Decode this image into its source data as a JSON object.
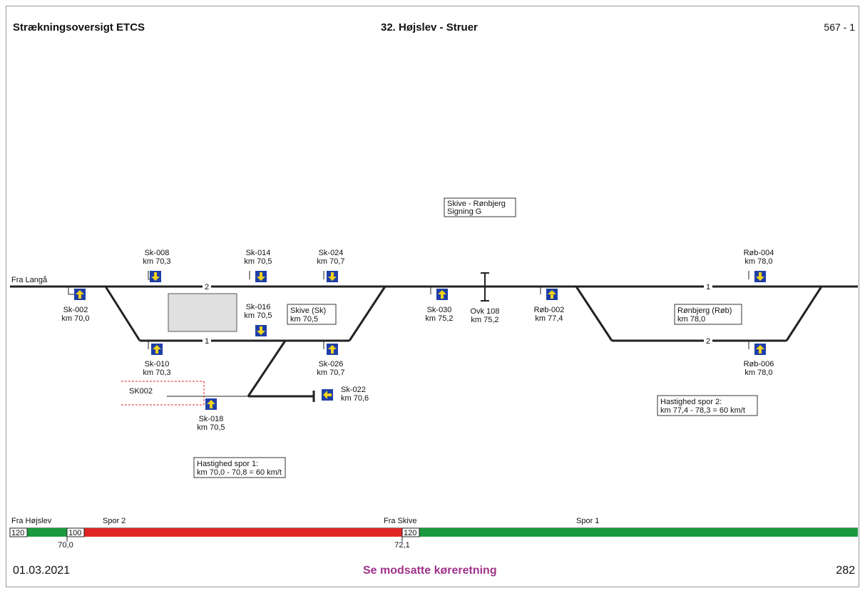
{
  "header": {
    "title_left": "Strækningsoversigt ETCS",
    "title_center": "32. Højslev - Struer",
    "page_ref": "567 - 1"
  },
  "footer": {
    "date": "01.03.2021",
    "notice": "Se modsatte køreretning",
    "page_number": "282",
    "notice_color": "#a0338a"
  },
  "colors": {
    "track": "#222222",
    "balise_fill": "#1f3fa8",
    "balise_arrow": "#f2d21b",
    "speed_red": "#e02424",
    "speed_green": "#1a9a3e",
    "platform_fill": "#e0e0e0"
  },
  "diagram": {
    "line_origin": "Fra Langå",
    "track2_label": "2",
    "track1_label": "1",
    "track1_label_right": "1",
    "track2_label_right": "2",
    "line_box_1": "Skive - Rønbjerg",
    "line_box_2": "Signing G",
    "skive_station_1": "Skive (Sk)",
    "skive_station_2": "km 70,5",
    "ronbjerg_station_1": "Rønbjerg (Røb)",
    "ronbjerg_station_2": "km 78,0",
    "siding_label": "SK002",
    "speed_note_1a": "Hastighed spor 1:",
    "speed_note_1b": "km 70,0 - 70,8 = 60 km/t",
    "speed_note_2a": "Hastighed spor 2:",
    "speed_note_2b": "km 77,4 - 78,3 = 60 km/t",
    "balises": [
      {
        "id": "Sk-002",
        "km": "km 70,0",
        "dir": "up"
      },
      {
        "id": "Sk-008",
        "km": "km 70,3",
        "dir": "down"
      },
      {
        "id": "Sk-014",
        "km": "km 70,5",
        "dir": "down"
      },
      {
        "id": "Sk-024",
        "km": "km 70,7",
        "dir": "down"
      },
      {
        "id": "Sk-016",
        "km": "km 70,5",
        "dir": "down"
      },
      {
        "id": "Sk-010",
        "km": "km 70,3",
        "dir": "up"
      },
      {
        "id": "Sk-026",
        "km": "km 70,7",
        "dir": "up"
      },
      {
        "id": "Sk-018",
        "km": "km 70,5",
        "dir": "up"
      },
      {
        "id": "Sk-022",
        "km": "km 70,6",
        "dir": "left"
      },
      {
        "id": "Sk-030",
        "km": "km 75,2",
        "dir": "up"
      },
      {
        "id": "Røb-002",
        "km": "km 77,4",
        "dir": "up"
      },
      {
        "id": "Røb-004",
        "km": "km 78,0",
        "dir": "down"
      },
      {
        "id": "Røb-006",
        "km": "km 78,0",
        "dir": "up"
      }
    ],
    "level_crossing_id": "Ovk 108",
    "level_crossing_km": "km 75,2"
  },
  "speed_profile": {
    "from_hojslev": "Fra Højslev",
    "spor2": "Spor 2",
    "from_skive": "Fra Skive",
    "spor1": "Spor 1",
    "speed_120_a": "120",
    "speed_100": "100",
    "speed_120_b": "120",
    "km_start": "70,0",
    "km_mid": "72,1"
  }
}
